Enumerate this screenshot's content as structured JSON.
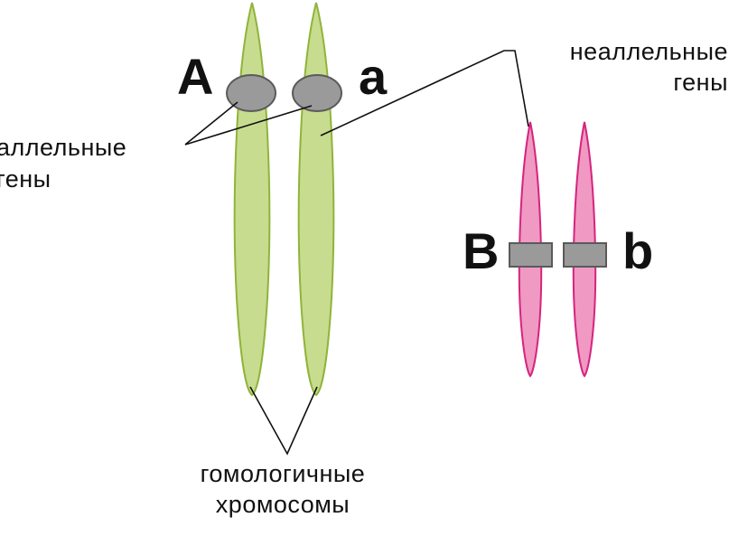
{
  "colors": {
    "green_chromosome_fill": "#c8dc8f",
    "green_chromosome_stroke": "#8fb43a",
    "pink_chromosome_fill": "#ef99c3",
    "pink_chromosome_stroke": "#d6247e",
    "gene_fill": "#9a9a9a",
    "gene_stroke": "#5a5a5a",
    "text": "#111111"
  },
  "labels": {
    "allele_A": "A",
    "allele_a": "a",
    "allele_B": "B",
    "allele_b": "b",
    "allelic_genes_line1": "аллельные",
    "allelic_genes_line2": "гены",
    "nonallelic_genes_line1": "неаллельные",
    "nonallelic_genes_line2": "гены",
    "homologous_line1": "гомологичные",
    "homologous_line2": "хромосомы"
  }
}
